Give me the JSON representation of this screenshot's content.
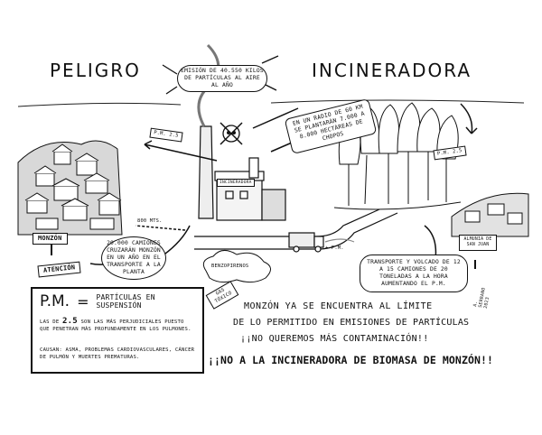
{
  "titles": {
    "left": "PELIGRO",
    "right": "INCINERADORA"
  },
  "bubbles": {
    "emission": "EMISIÓN DE 40.550 KILOS DE PARTÍCULAS AL AIRE AL AÑO",
    "forest": "EN UN RADIO DE 60 KM SE PLANTARÁN 7.000 A 8.000 HECTÁREAS DE CHOPOS",
    "trucks": "20.000 CAMIONES CRUZARÁN MONZÓN EN UN AÑO EN EL TRANSPORTE A LA PLANTA",
    "transport": "TRANSPORTE Y VOLCADO DE 12 A 15 CAMIONES DE 20 TONELADAS A LA HORA AUMENTANDO EL P.M."
  },
  "labels": {
    "pm_left": "P.M. 2.5",
    "pm_right": "P.M. 2.5",
    "distance": "800 mts.",
    "benzopirenos": "BENZOPIRENOS",
    "toxic_gas": "GAS TÓXICO",
    "pm_truck": "+ P.M.",
    "plant_sign": "INCINERADORA",
    "town_sign": "MONZÓN",
    "attention": "ATENCIÓN",
    "road_sign": "ALMUNIA DE SAN JUAN",
    "signature": "A. SERRANO 2023"
  },
  "info_box": {
    "heading_abbr": "P.M.",
    "heading_eq": "=",
    "heading_text": "PARTÍCULAS EN SUSPENSIÓN",
    "line1_prefix": "LAS DE",
    "line1_num": "2.5",
    "line1_rest": "SON LAS MÁS PERJUDICIALES PUESTO QUE PENETRAN MÁS PROFUNDAMENTE EN LOS PULMONES.",
    "line2": "CAUSAN: ASMA, PROBLEMAS CARDIOVASCULARES, CÁNCER DE PULMÓN Y MUERTES PREMATURAS."
  },
  "message": {
    "line1": "MONZÓN YA SE ENCUENTRA AL LÍMITE",
    "line2": "DE LO PERMITIDO EN EMISIONES DE PARTÍCULAS",
    "line3": "¡¡NO QUEREMOS MÁS CONTAMINACIÓN!!",
    "slogan": "¡¡NO A LA INCINERADORA DE BIOMASA DE MONZÓN!!"
  },
  "icons": [
    "skull-icon",
    "arrow-icon",
    "truck-icon",
    "tree-icon",
    "factory-icon"
  ]
}
